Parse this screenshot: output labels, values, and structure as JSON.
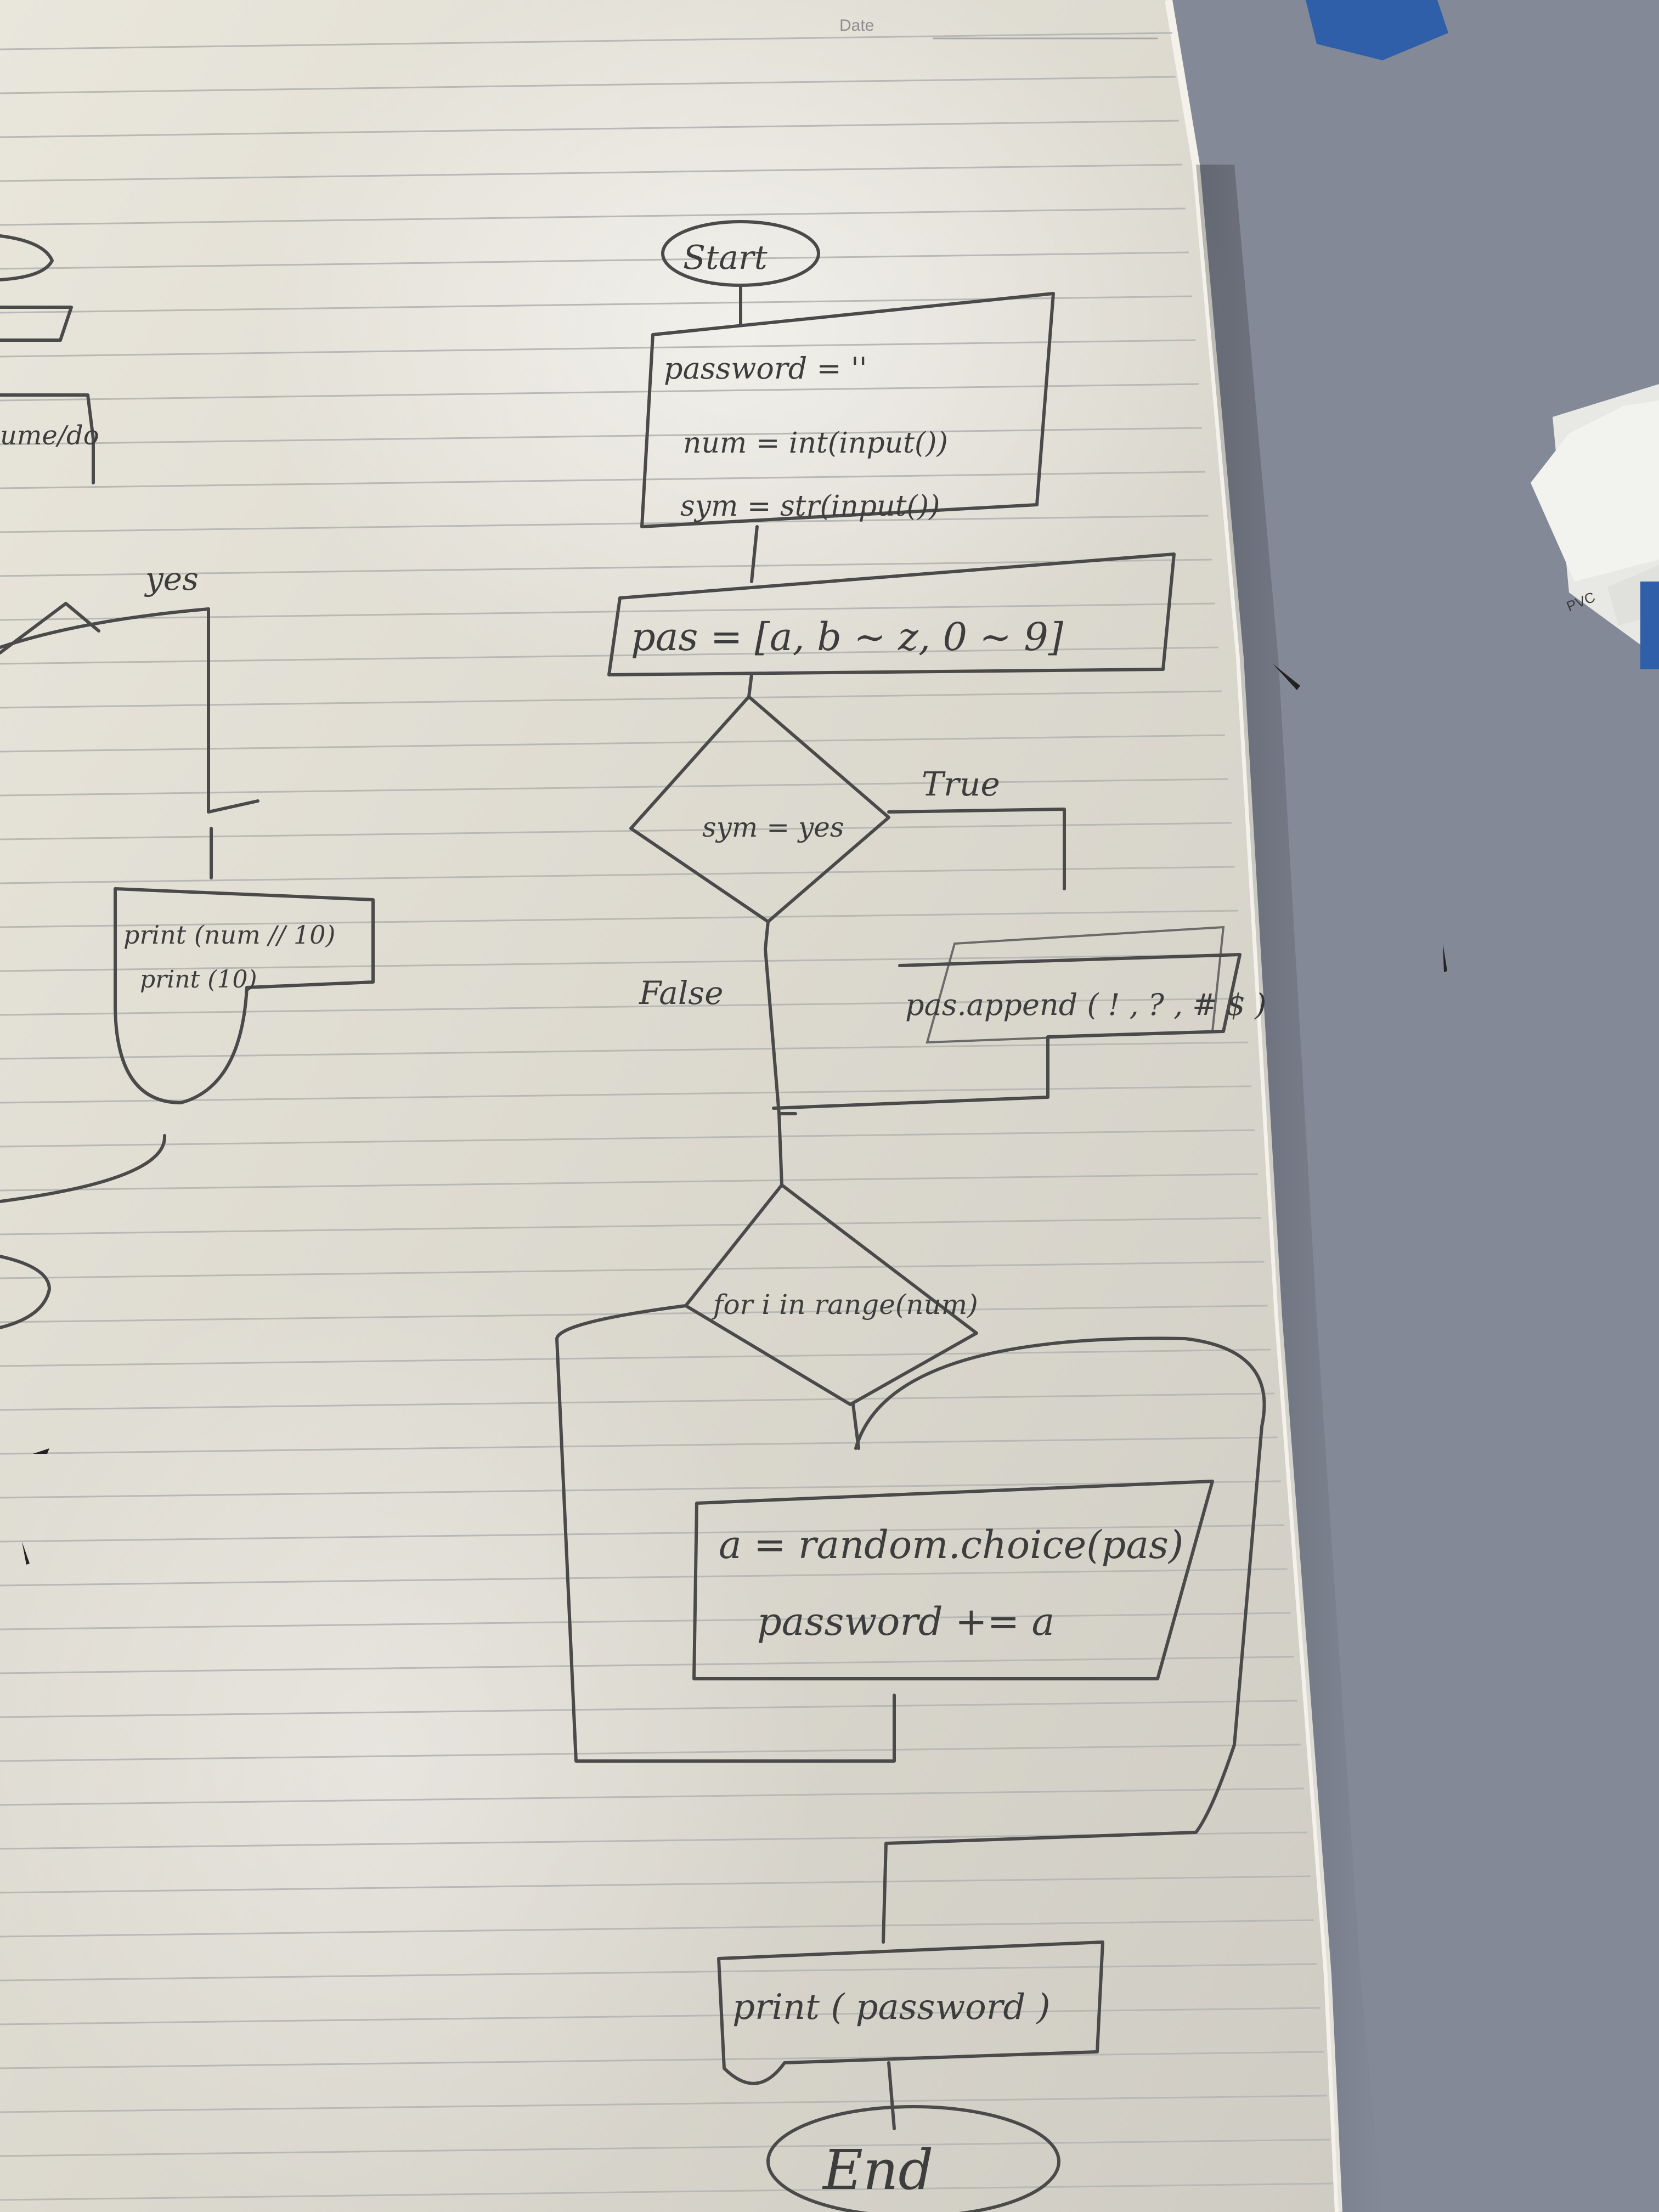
{
  "page_header": {
    "date_label": "Date"
  },
  "flowchart": {
    "start": "Start",
    "init_lines": [
      "password = ''",
      "num = int(input())",
      "sym = str(input())"
    ],
    "pas_list": "pas = [a, b ~ z, 0 ~ 9]",
    "decision_sym": "sym = yes",
    "true_label": "True",
    "false_label": "False",
    "append_box": "pas.append ( ! , ? , # $ )",
    "loop_decision": "for i in range(num)",
    "loop_body": [
      "a = random.choice(pas)",
      "password += a"
    ],
    "output_box": "print ( password )",
    "end": "End"
  },
  "left_fragment": {
    "text_unread": "ume/do",
    "yes_label": "yes",
    "print_lines": [
      "print (num // 10)",
      "print (10)"
    ]
  },
  "eraser": {
    "label": "PVC"
  }
}
